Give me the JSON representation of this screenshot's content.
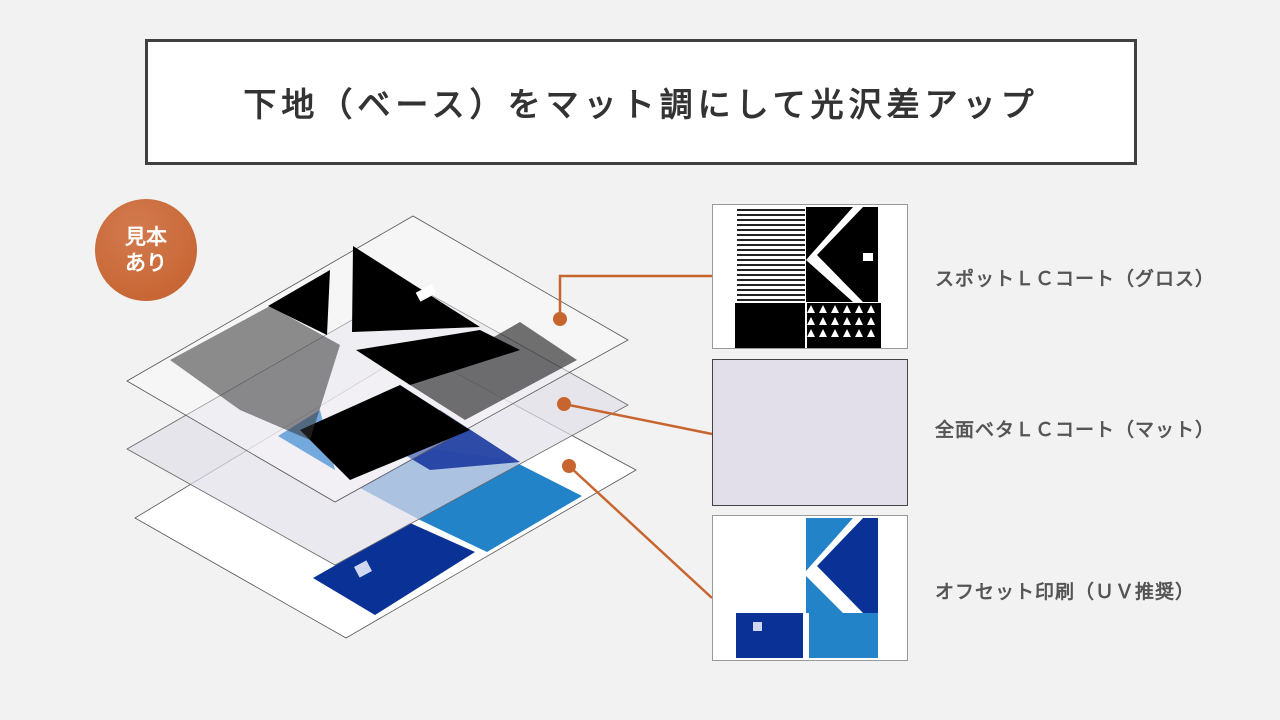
{
  "title": "下地（ベース）をマット調にして光沢差アップ",
  "badge": {
    "line1": "見本",
    "line2": "あり"
  },
  "layers": [
    {
      "label": "スポットＬＣコート（グロス）"
    },
    {
      "label": "全面ベタＬＣコート（マット）"
    },
    {
      "label": "オフセット印刷（ＵＶ推奨）"
    }
  ],
  "colors": {
    "accent": "#c8652f",
    "matte": "#e3dfea",
    "dark_blue": "#0a3196",
    "light_blue": "#2383c9"
  }
}
